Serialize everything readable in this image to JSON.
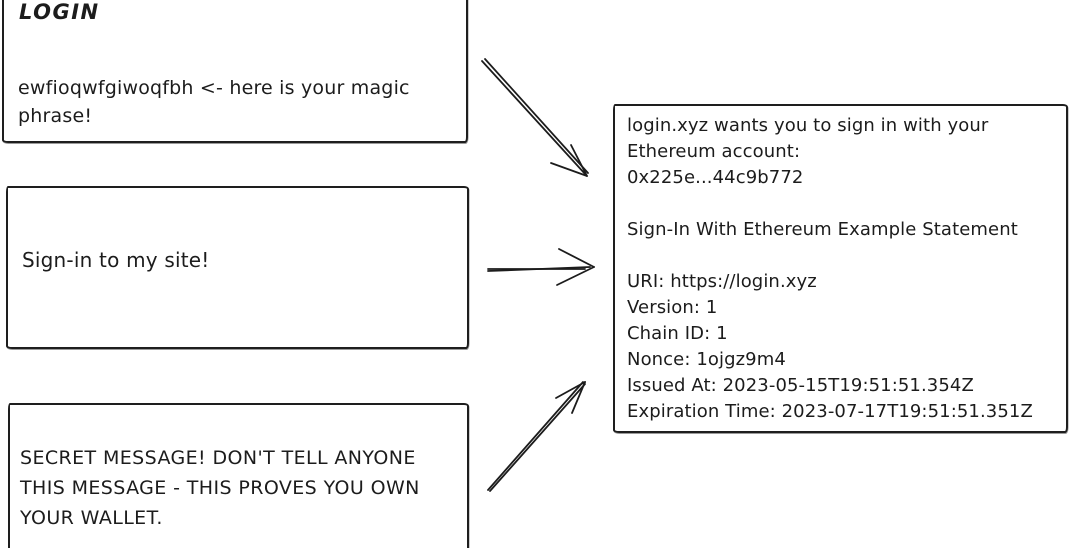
{
  "colors": {
    "ink": "#1c1c1c",
    "background": "#ffffff"
  },
  "boxes": {
    "login": {
      "title": "LOGIN",
      "magic_line1": "ewfioqwfgiwoqfbh <- here is your magic",
      "magic_line2": "phrase!"
    },
    "signin": {
      "text": "Sign-in to my site!"
    },
    "secret": {
      "line1": "SECRET MESSAGE! DON'T TELL ANYONE",
      "line2": "THIS MESSAGE - THIS PROVES YOU OWN",
      "line3": "YOUR WALLET."
    },
    "siwe": {
      "lines": [
        "login.xyz wants you to sign in with your",
        "Ethereum account:",
        "0x225e...44c9b772",
        "",
        "Sign-In With Ethereum Example Statement",
        "",
        "URI: https://login.xyz",
        "Version: 1",
        "Chain ID: 1",
        "Nonce: 1ojgz9m4",
        "Issued At: 2023-05-15T19:51:51.354Z",
        "Expiration Time: 2023-07-17T19:51:51.351Z"
      ]
    }
  },
  "icons": {
    "arrow_top": "arrow-down-right",
    "arrow_mid": "arrow-right",
    "arrow_bottom": "arrow-up-right"
  }
}
